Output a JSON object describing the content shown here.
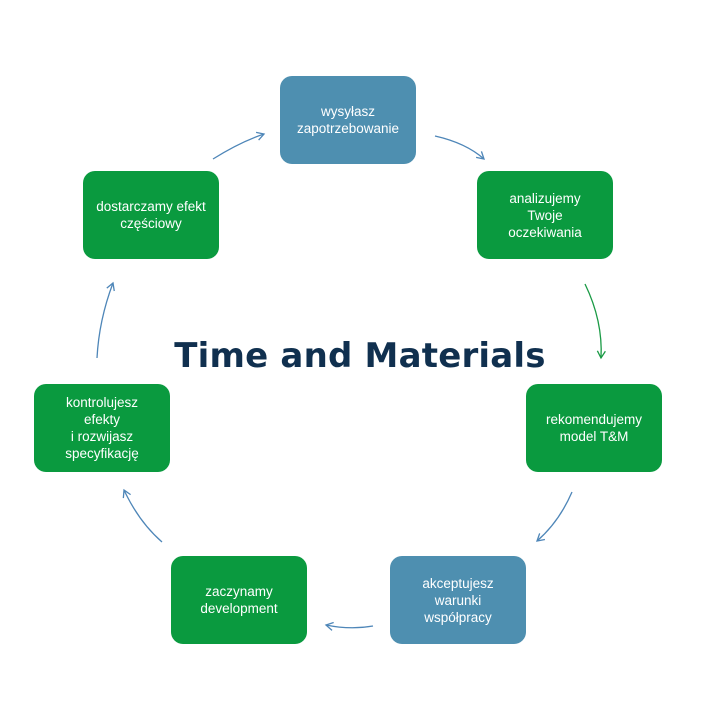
{
  "title": "Time and Materials",
  "colors": {
    "green": "#0a9a3f",
    "blue": "#4e8fb0",
    "title": "#10304f",
    "arrow_blue": "#4e86b8",
    "arrow_green": "#1a9a45"
  },
  "steps": [
    {
      "label": "wysyłasz\nzapotrzebowanie",
      "color": "blue"
    },
    {
      "label": "analizujemy\nTwoje\noczekiwania",
      "color": "green"
    },
    {
      "label": "rekomendujemy\nmodel T&M",
      "color": "green"
    },
    {
      "label": "akceptujesz\nwarunki\nwspółpracy",
      "color": "blue"
    },
    {
      "label": "zaczynamy\ndevelopment",
      "color": "green"
    },
    {
      "label": "kontrolujesz\nefekty\ni rozwijasz\nspecyfikację",
      "color": "green"
    },
    {
      "label": "dostarczamy efekt\nczęściowy",
      "color": "green"
    }
  ]
}
